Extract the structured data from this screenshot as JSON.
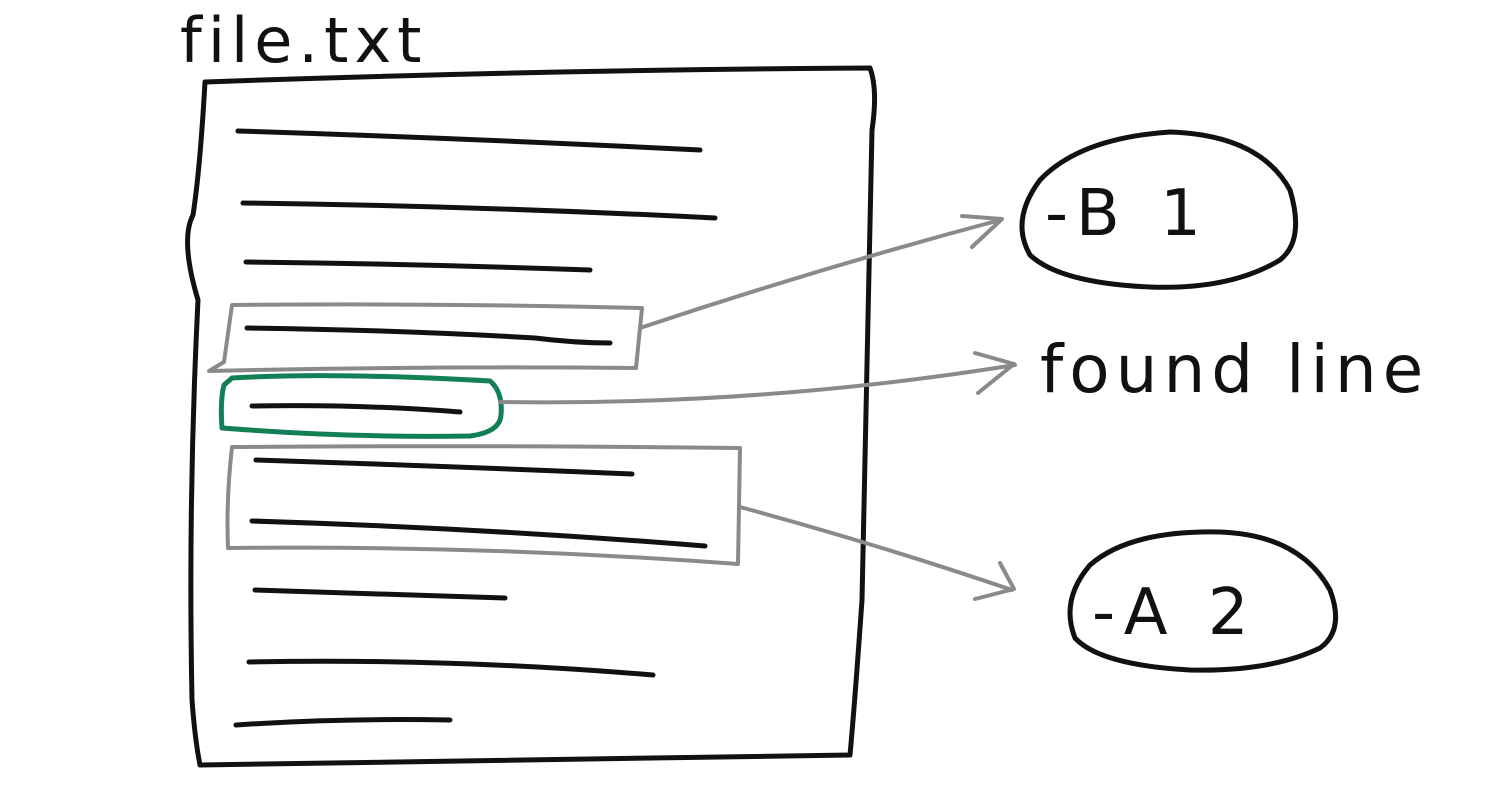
{
  "file": {
    "name": "file.txt"
  },
  "found": {
    "label": "found line",
    "highlight_color": "#137f54"
  },
  "context_before": {
    "label": "-B 1",
    "color": "#8a8a8a"
  },
  "context_after": {
    "label": "-A 2",
    "color": "#8a8a8a"
  },
  "ink_color": "#111111"
}
